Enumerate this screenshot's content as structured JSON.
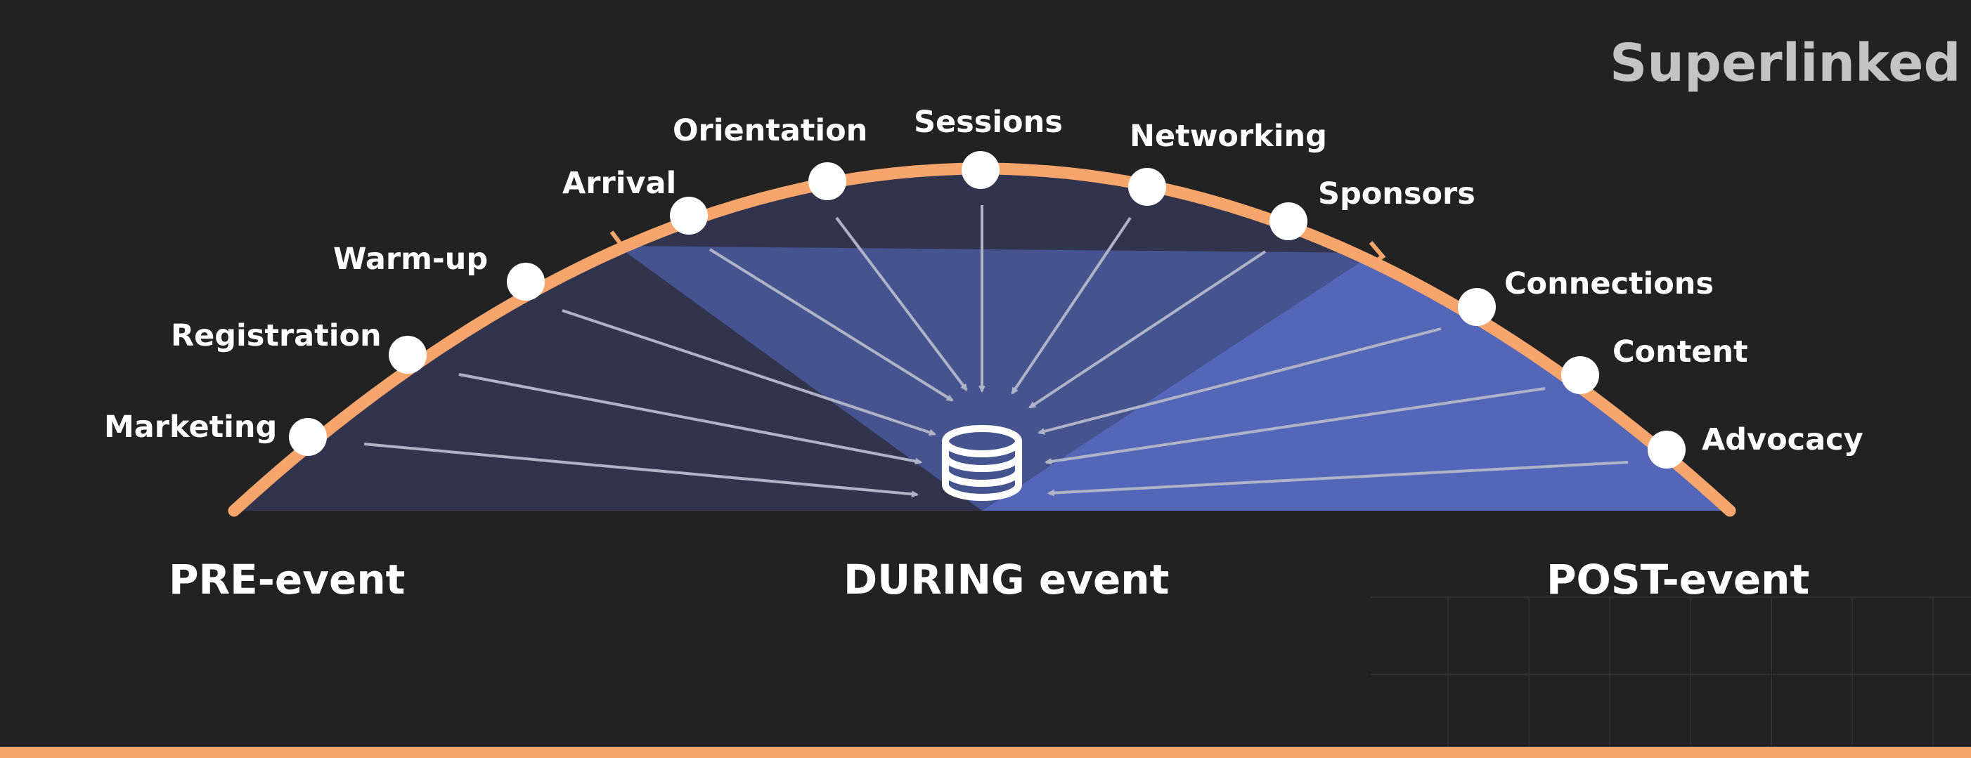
{
  "brand": {
    "name": "Superlinked"
  },
  "colors": {
    "background": "#222222",
    "arc": "#f6a56d",
    "pre_region": "#31344c",
    "during_region": "#45548f",
    "post_region": "#5366b8",
    "arrow": "#b0b3c6",
    "node": "#ffffff",
    "icon": "#ffffff",
    "text": "#ffffff",
    "brand_text": "#c4c4c4"
  },
  "diagram": {
    "center_icon": "database-icon",
    "phases": [
      {
        "id": "pre",
        "label": "PRE-event"
      },
      {
        "id": "during",
        "label": "DURING event"
      },
      {
        "id": "post",
        "label": "POST-event"
      }
    ],
    "stages": [
      {
        "label": "Marketing",
        "phase": "pre"
      },
      {
        "label": "Registration",
        "phase": "pre"
      },
      {
        "label": "Warm-up",
        "phase": "pre"
      },
      {
        "label": "Arrival",
        "phase": "during"
      },
      {
        "label": "Orientation",
        "phase": "during"
      },
      {
        "label": "Sessions",
        "phase": "during"
      },
      {
        "label": "Networking",
        "phase": "during"
      },
      {
        "label": "Sponsors",
        "phase": "during"
      },
      {
        "label": "Connections",
        "phase": "post"
      },
      {
        "label": "Content",
        "phase": "post"
      },
      {
        "label": "Advocacy",
        "phase": "post"
      }
    ]
  }
}
